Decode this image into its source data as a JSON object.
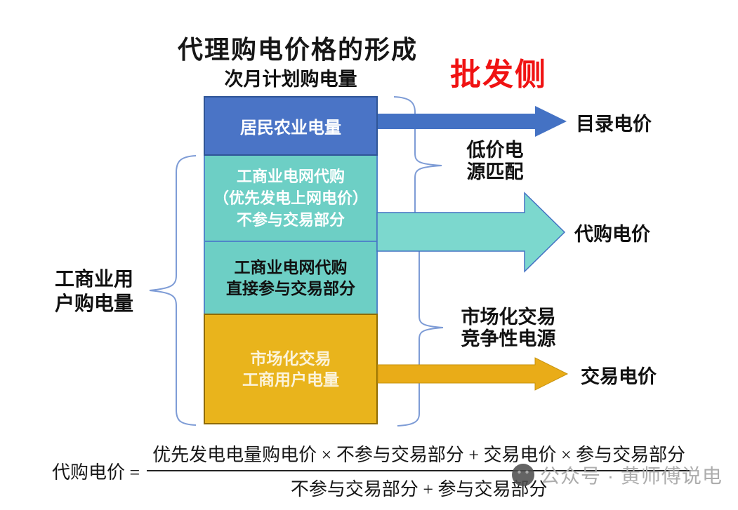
{
  "slide": {
    "title": "代理购电价格的形成",
    "wholesale_side_label": "批发侧",
    "planned_purchase_label": "次月计划购电量",
    "user_volume_label": {
      "line1": "工商业用",
      "line2": "户购电量"
    }
  },
  "bar_segments": {
    "residential": {
      "label": "居民农业电量",
      "fill": "#4A74C6",
      "text_color": "#FFFFFF"
    },
    "grid_proxy_nontrade": {
      "line1": "工商业电网代购",
      "line2": "（优先发电上网电价）",
      "line3": "不参与交易部分",
      "fill": "#6DCFC5",
      "text_color": "#FFFFFF"
    },
    "grid_proxy_trade": {
      "line1": "工商业电网代购",
      "line2": "直接参与交易部分",
      "fill": "#6DCFC5",
      "text_color": "#111111"
    },
    "market_trade": {
      "line1": "市场化交易",
      "line2": "工商用户电量",
      "fill": "#E9B41C",
      "text_color": "#FBF3DA"
    }
  },
  "annotations": {
    "low_price_match": {
      "line1": "低价电",
      "line2": "源匹配"
    },
    "market_competitive": {
      "line1": "市场化交易",
      "line2": "竞争性电源"
    }
  },
  "arrows": {
    "catalog": {
      "label": "目录电价",
      "fill": "#4472C4"
    },
    "agency": {
      "label": "代购电价",
      "fill": "#7CD8CE"
    },
    "trade": {
      "label": "交易电价",
      "fill": "#E9AC18"
    }
  },
  "formula": {
    "lhs": "代购电价 =",
    "numerator": "优先发电电量购电价 × 不参与交易部分 + 交易电价 × 参与交易部分",
    "denominator": "不参与交易部分 + 参与交易部分"
  },
  "watermark": {
    "text": "公众号 · 黄师傅说电"
  },
  "colors": {
    "accent_blue": "#4472C4",
    "accent_teal": "#6DCFC5",
    "accent_gold": "#E9B41C",
    "brace_blue": "#7E9CD6",
    "wholesale_red": "#F01212"
  }
}
